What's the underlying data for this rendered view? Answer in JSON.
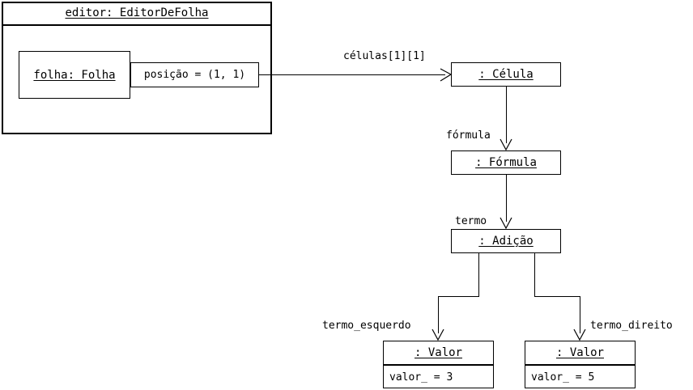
{
  "diagram": {
    "title_label": "editor: EditorDeFolha",
    "objects": {
      "editor": {
        "name": "editor: EditorDeFolha"
      },
      "folha": {
        "name": "folha: Folha"
      },
      "posicao_attr": {
        "text": "posição = (1, 1)"
      },
      "celula": {
        "name": ": Célula"
      },
      "formula": {
        "name": ": Fórmula"
      },
      "adicao": {
        "name": ": Adição"
      },
      "valor_esquerdo": {
        "name": ": Valor",
        "attribute": "valor_ = 3"
      },
      "valor_direito": {
        "name": ": Valor",
        "attribute": "valor_ = 5"
      }
    },
    "edges": {
      "celulas": {
        "label": "células[1][1]"
      },
      "formula": {
        "label": "fórmula"
      },
      "termo": {
        "label": "termo"
      },
      "termo_esquerdo": {
        "label": "termo_esquerdo"
      },
      "termo_direito": {
        "label": "termo_direito"
      }
    },
    "colors": {
      "stroke": "#000000",
      "background": "#ffffff",
      "text": "#000000"
    }
  }
}
